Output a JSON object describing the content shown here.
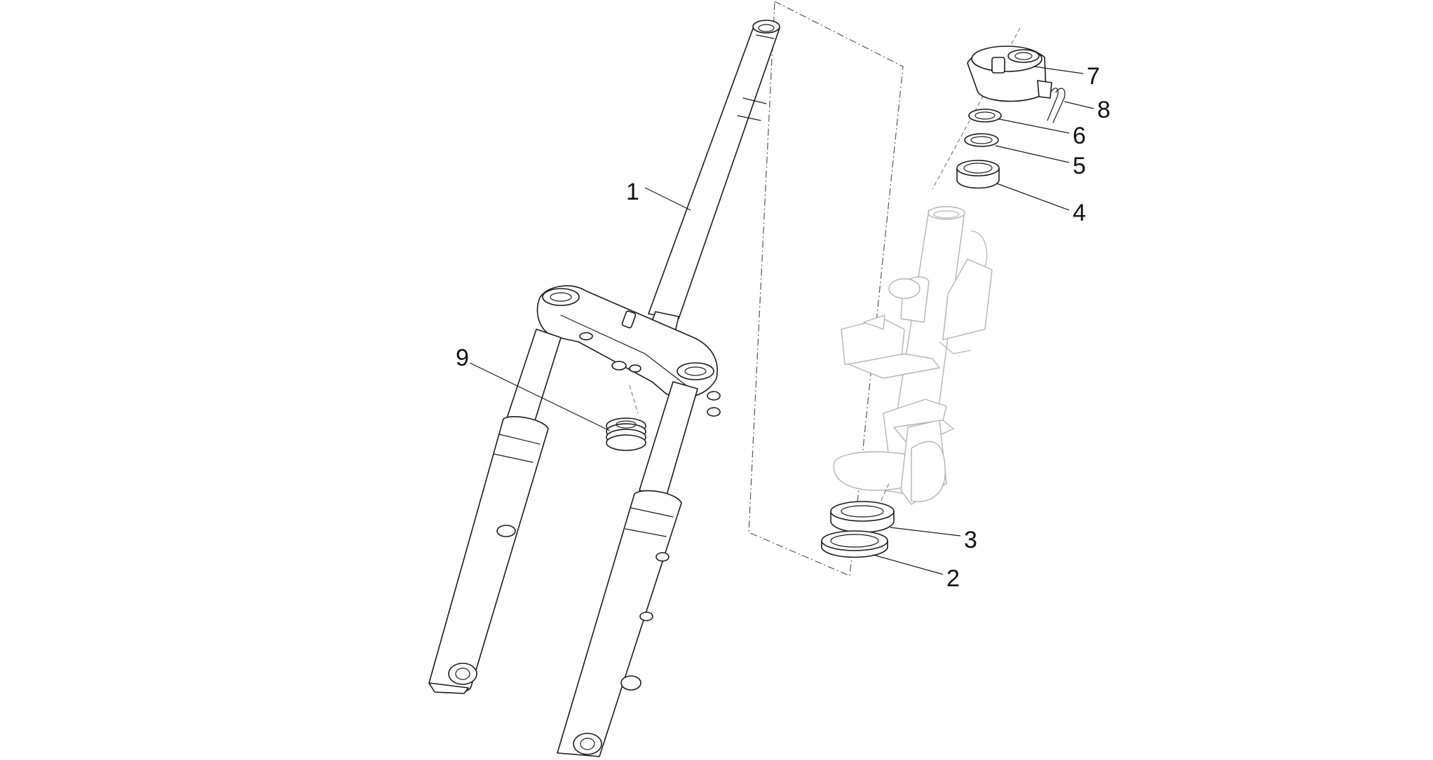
{
  "diagram": {
    "type": "exploded-parts-view",
    "callouts": [
      {
        "id": "1",
        "label": "1"
      },
      {
        "id": "2",
        "label": "2"
      },
      {
        "id": "3",
        "label": "3"
      },
      {
        "id": "4",
        "label": "4"
      },
      {
        "id": "5",
        "label": "5"
      },
      {
        "id": "6",
        "label": "6"
      },
      {
        "id": "7",
        "label": "7"
      },
      {
        "id": "8",
        "label": "8"
      },
      {
        "id": "9",
        "label": "9"
      }
    ],
    "colors": {
      "line": "#1a1a1a",
      "ghost": "#b3b3b3",
      "background": "#ffffff"
    }
  }
}
